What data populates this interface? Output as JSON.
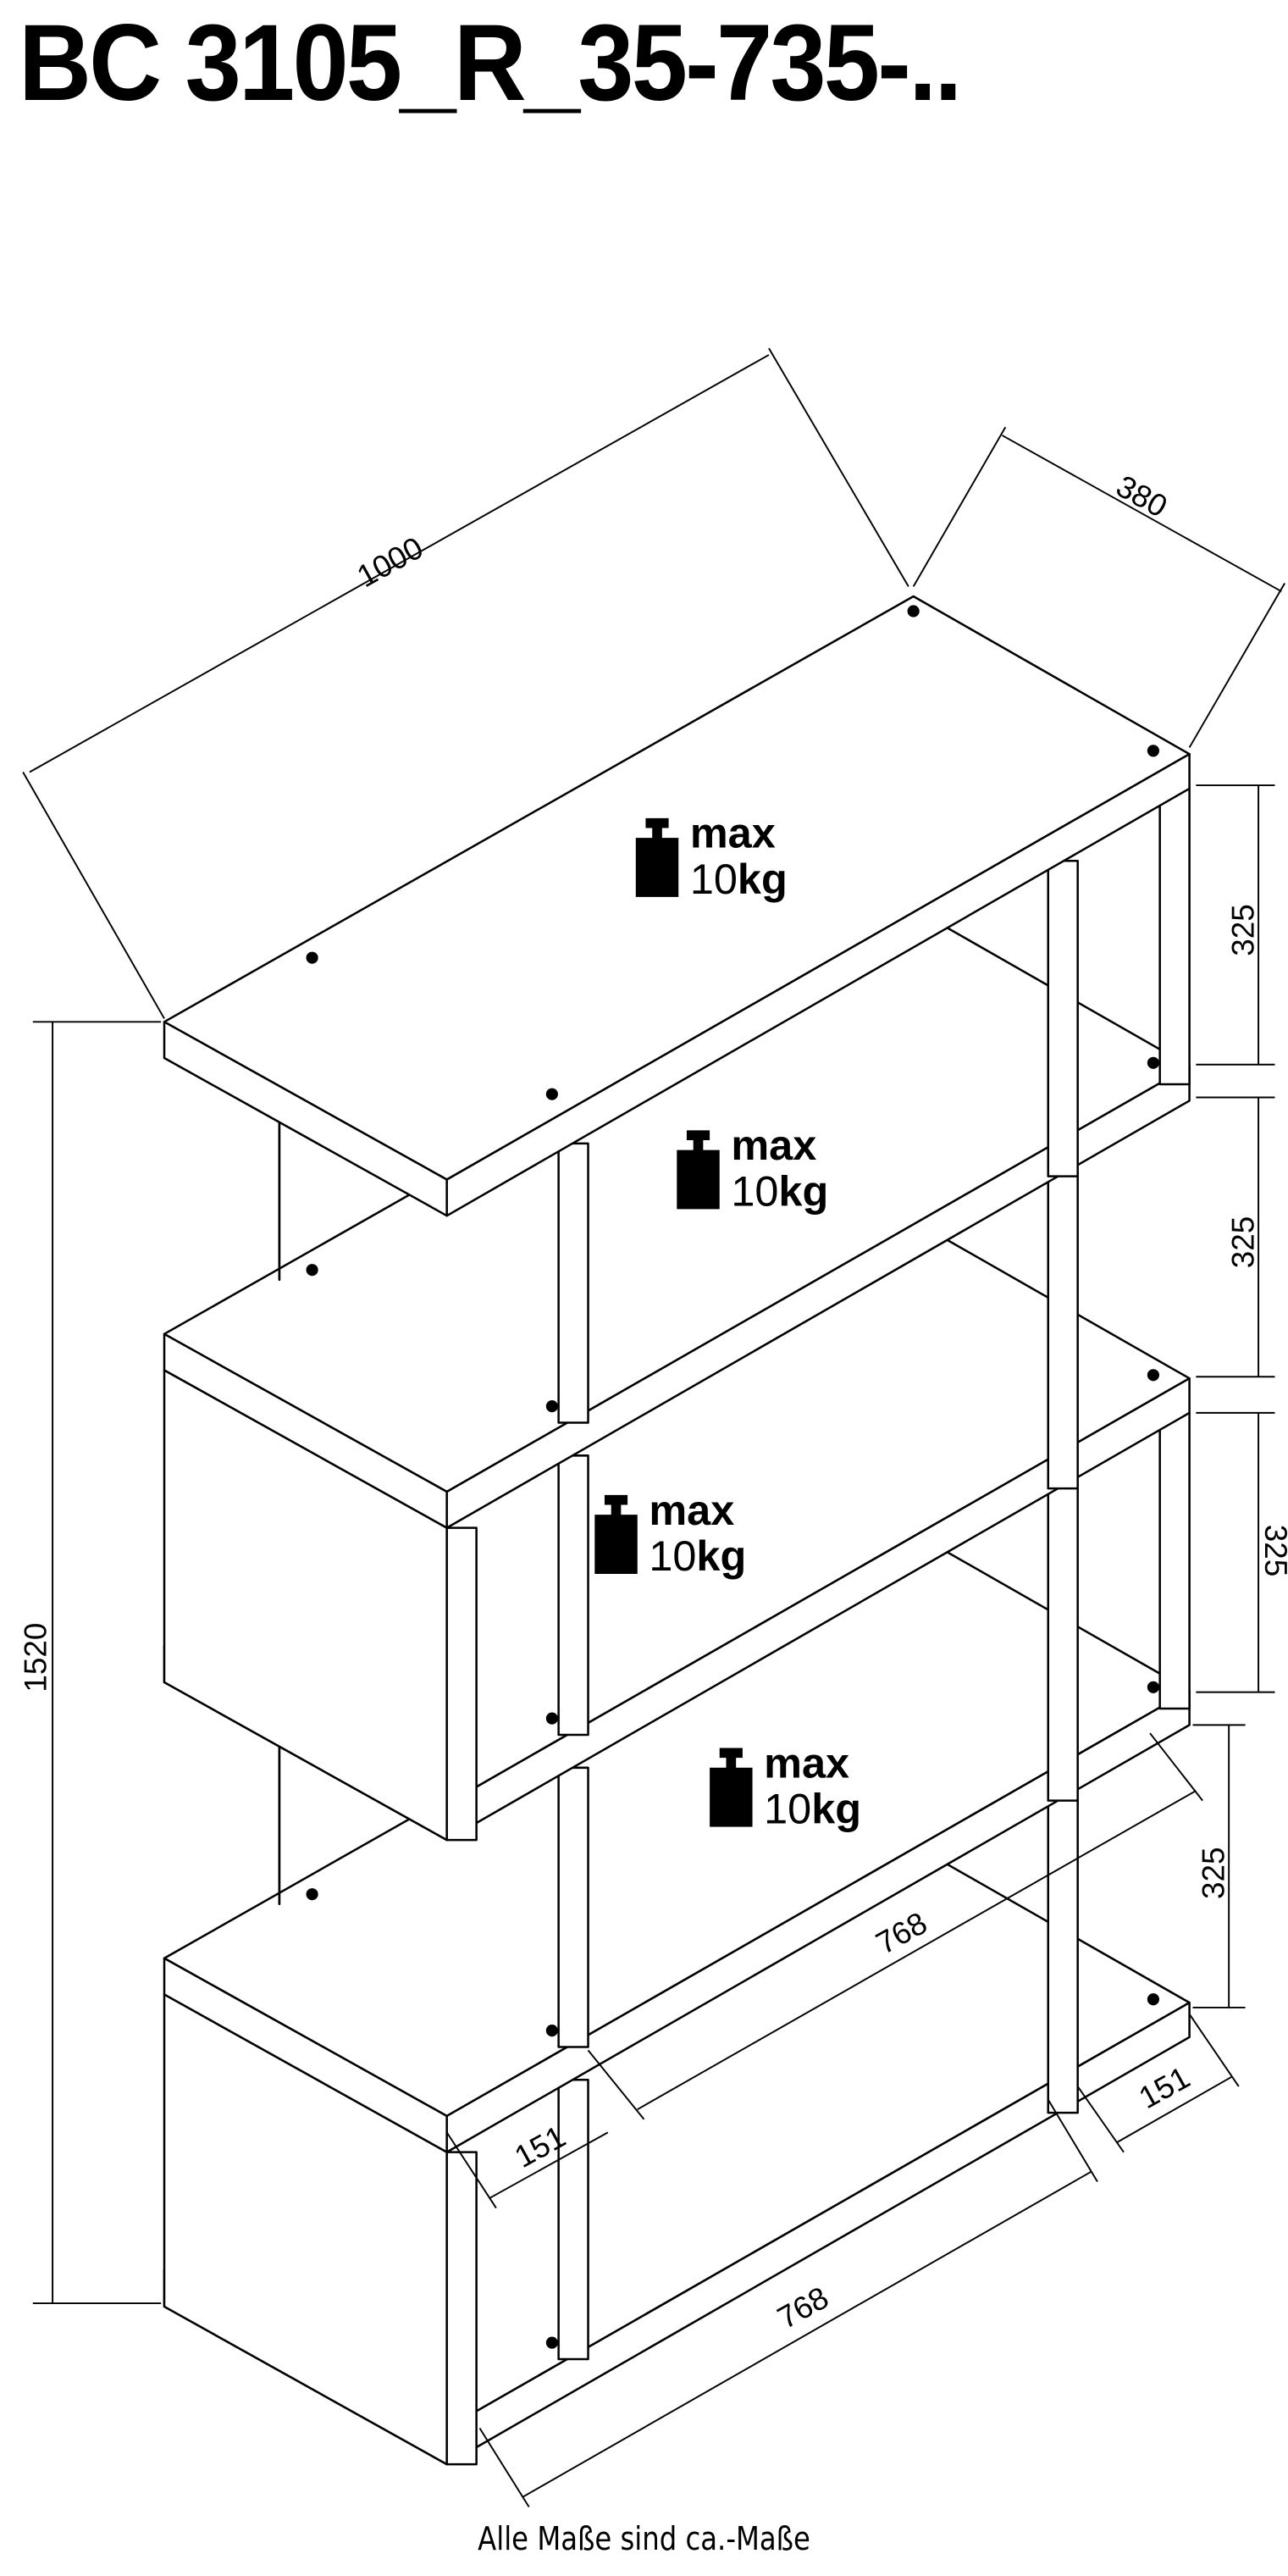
{
  "title": "BC 3105_R_35-735-..",
  "footer": "Alle Maße sind ca.-Maße",
  "dimensions": {
    "width": "1000",
    "depth": "380",
    "height_total": "1520",
    "compartment_heights": [
      "325",
      "325",
      "325",
      "325"
    ],
    "inner_width_upper": "768",
    "inner_width_lower": "768",
    "offset_left": "151",
    "offset_right": "151"
  },
  "load_labels": [
    {
      "max": "max",
      "value": "10",
      "unit": "kg"
    },
    {
      "max": "max",
      "value": "10",
      "unit": "kg"
    },
    {
      "max": "max",
      "value": "10",
      "unit": "kg"
    },
    {
      "max": "max",
      "value": "10",
      "unit": "kg"
    }
  ]
}
